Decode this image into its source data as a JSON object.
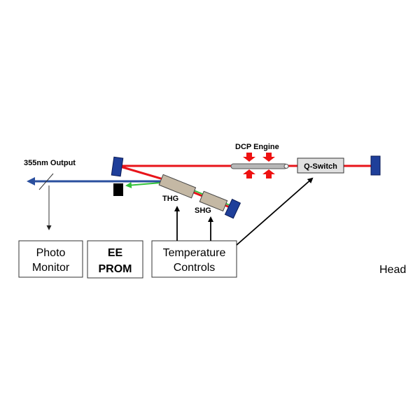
{
  "diagram": {
    "labels": {
      "output": "355nm Output",
      "dcp_engine": "DCP Engine",
      "q_switch": "Q-Switch",
      "thg": "THG",
      "shg": "SHG",
      "head": "Head"
    },
    "boxes": {
      "photo_monitor": [
        "Photo",
        "Monitor"
      ],
      "ee_prom": [
        "EE",
        "PROM"
      ],
      "temperature_controls": [
        "Temperature",
        "Controls"
      ]
    },
    "colors": {
      "ir_beam": "#e8141a",
      "uv_beam": "#2a4f9e",
      "green_beam": "#33c23a",
      "mirror": "#1f3f9a",
      "crystal": "#c4b8a4",
      "beam_dump": "#000000",
      "q_switch_fill": "#e0e0e0",
      "pump_arrow": "#ee1111"
    }
  }
}
